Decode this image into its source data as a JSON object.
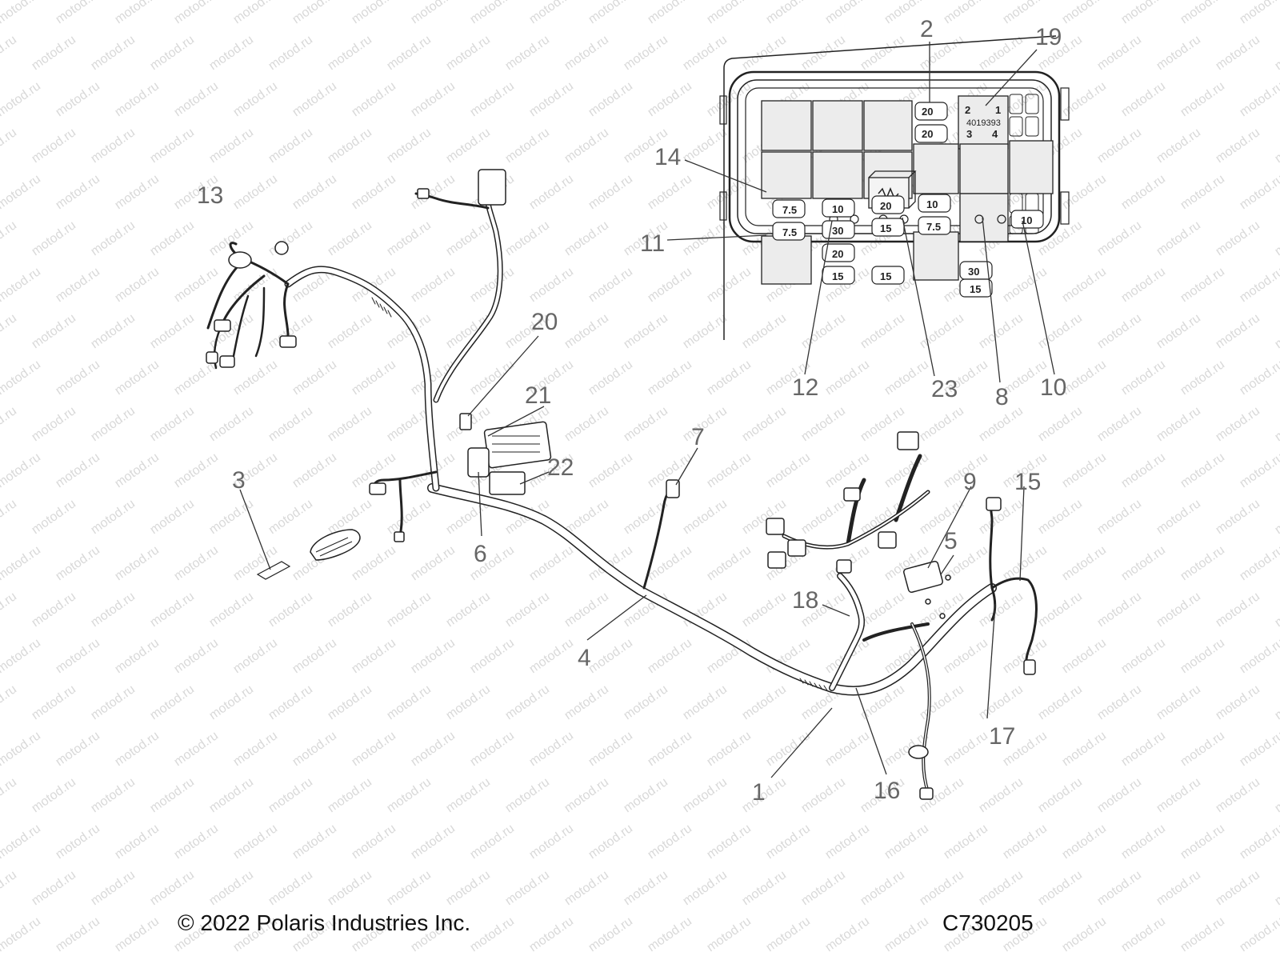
{
  "watermark": "motod.ru",
  "footer": {
    "copyright": "© 2022 Polaris Industries Inc.",
    "figure_code": "C730205"
  },
  "fuse_box": {
    "relay_part_text": "4019393",
    "relay_pins": [
      "2",
      "1",
      "3",
      "4"
    ],
    "fuse_ratings": [
      "20",
      "20",
      "7.5",
      "10",
      "20",
      "10",
      "7.5",
      "30",
      "15",
      "7.5",
      "20",
      "15",
      "30",
      "15",
      "10",
      "15"
    ]
  },
  "callouts": [
    "1",
    "2",
    "3",
    "4",
    "5",
    "6",
    "7",
    "8",
    "9",
    "10",
    "11",
    "12",
    "13",
    "14",
    "15",
    "16",
    "17",
    "18",
    "19",
    "20",
    "21",
    "22",
    "23"
  ],
  "colors": {
    "line": "#222222",
    "callout": "#666666",
    "watermark": "#d9d9d9",
    "relay_fill": "#ececec"
  }
}
